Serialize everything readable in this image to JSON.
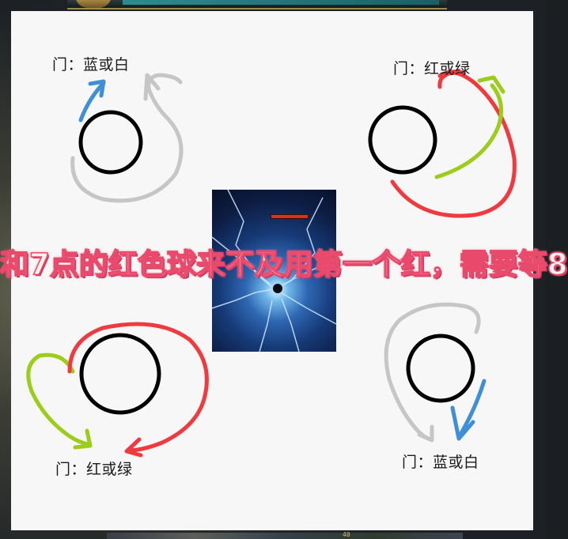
{
  "doors": {
    "top_left": "门：蓝或白",
    "top_right": "门：红或绿",
    "bottom_left": "门：红或绿",
    "bottom_right": "门：蓝或白"
  },
  "subtitle": "和7点的红色球来不及用第一个红，需要等8",
  "hud": {
    "bottom_number": "40"
  },
  "colors": {
    "red_arrow": "#f03a3f",
    "green_arrow": "#9ccd1c",
    "blue_arrow": "#3f8fd8",
    "grey_arrow": "#c6c6c6",
    "circle": "#000000",
    "subtitle_outline": "#e94a6c"
  }
}
